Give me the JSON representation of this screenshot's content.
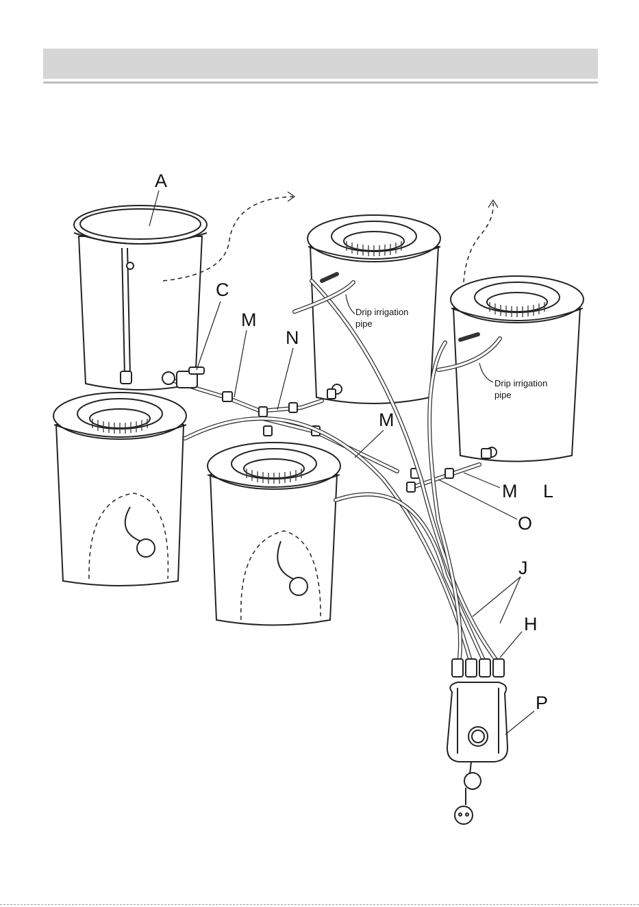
{
  "labels": {
    "A": "A",
    "C": "C",
    "M1": "M",
    "N": "N",
    "M2": "M",
    "M3": "M",
    "L": "L",
    "O": "O",
    "J": "J",
    "H": "H",
    "P": "P"
  },
  "annotations": {
    "drip1_line1": "Drip irrigation",
    "drip1_line2": "pipe",
    "drip2_line1": "Drip irrigation",
    "drip2_line2": "pipe"
  }
}
